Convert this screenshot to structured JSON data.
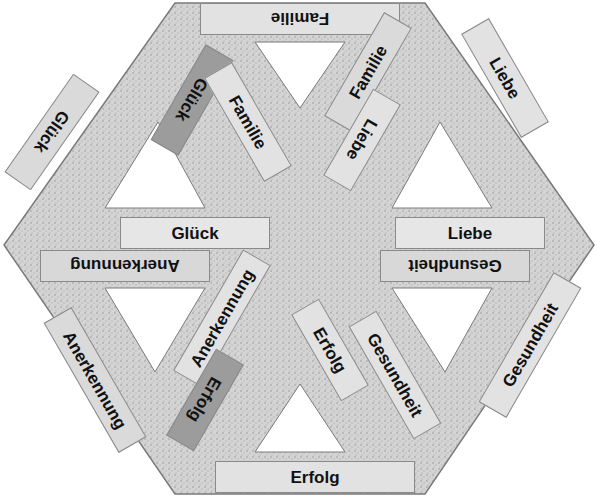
{
  "diagram": {
    "nodes": [
      {
        "text": [
          "Familie"
        ]
      },
      {
        "text": [
          "Glück"
        ]
      },
      {
        "text": [
          "Glück"
        ]
      },
      {
        "text": [
          "Familie"
        ]
      },
      {
        "text": [
          "Familie"
        ]
      },
      {
        "text": [
          "Liebe"
        ]
      },
      {
        "text": [
          "Liebe"
        ]
      },
      {
        "text": [
          "Glück"
        ]
      },
      {
        "text": [
          "Liebe"
        ]
      },
      {
        "text": [
          "Anerkennung"
        ]
      },
      {
        "text": [
          "Gesundheit"
        ]
      },
      {
        "text": [
          "Anerkennung"
        ]
      },
      {
        "text": [
          "Anerkennung"
        ]
      },
      {
        "text": [
          "Erfolg"
        ]
      },
      {
        "text": [
          "Erfolg"
        ]
      },
      {
        "text": [
          "Gesundheit"
        ]
      },
      {
        "text": [
          "Gesundheit"
        ]
      },
      {
        "text": [
          "Erfolg"
        ]
      }
    ]
  }
}
